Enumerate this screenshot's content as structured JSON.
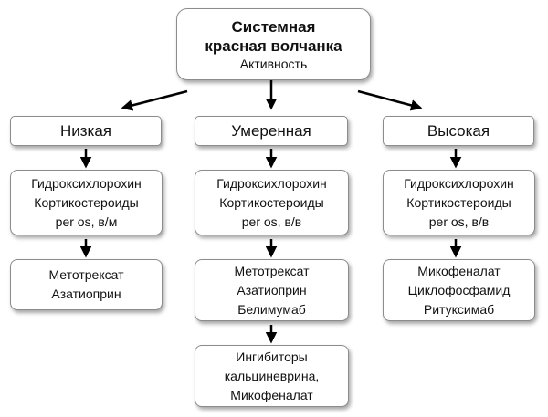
{
  "root": {
    "title_line1": "Системная",
    "title_line2": "красная волчанка",
    "subtitle": "Активность"
  },
  "columns": [
    {
      "level": "Низкая",
      "steps": [
        [
          "Гидроксихлорохин",
          "Кортикостероиды",
          "per os, в/м"
        ],
        [
          "Метотрексат",
          "Азатиоприн"
        ]
      ]
    },
    {
      "level": "Умеренная",
      "steps": [
        [
          "Гидроксихлорохин",
          "Кортикостероиды",
          "per os, в/в"
        ],
        [
          "Метотрексат",
          "Азатиоприн",
          "Белимумаб"
        ],
        [
          "Ингибиторы",
          "кальциневрина,",
          "Микофеналат"
        ]
      ]
    },
    {
      "level": "Высокая",
      "steps": [
        [
          "Гидроксихлорохин",
          "Кортикостероиды",
          "per os, в/в"
        ],
        [
          "Микофеналат",
          "Циклофосфамид",
          "Ритуксимаб"
        ]
      ]
    }
  ]
}
